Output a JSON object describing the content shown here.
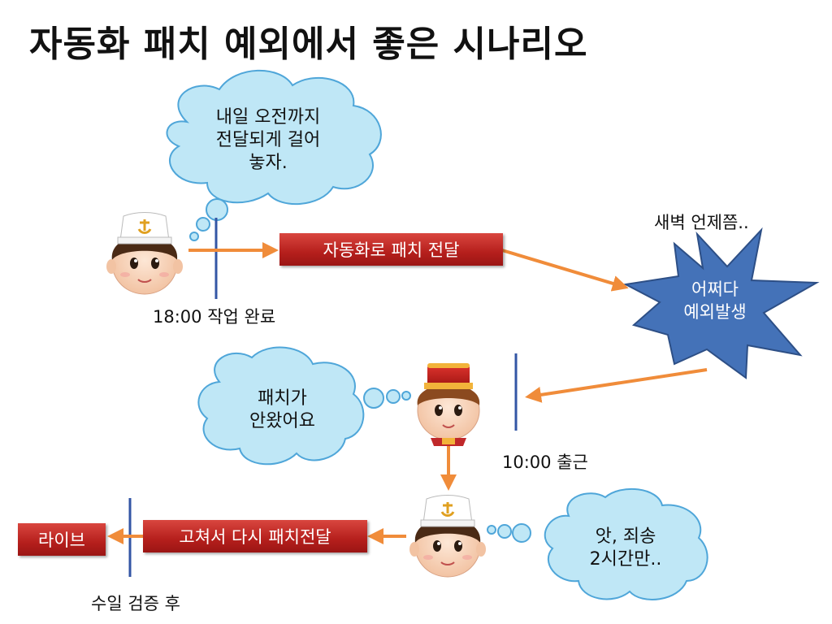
{
  "title": "자동화 패치 예외에서 좋은 시나리오",
  "bubbles": {
    "top": "내일 오전까지\n전달되게 걸어\n놓자.",
    "middle": "패치가\n안왔어요",
    "bottom": "앗, 죄송\n2시간만.."
  },
  "boxes": {
    "auto_patch": "자동화로 패치 전달",
    "fix_patch": "고쳐서 다시 패치전달",
    "live": "라이브"
  },
  "labels": {
    "work_done": "18:00 작업 완료",
    "dawn": "새벽 언제쯤..",
    "arrive": "10:00 출근",
    "after_verify": "수일 검증 후"
  },
  "star": {
    "text": "어쩌다\n예외발생"
  },
  "colors": {
    "cloud_fill": "#bfe7f6",
    "cloud_stroke": "#4fa6d9",
    "star_fill": "#4472b8",
    "star_stroke": "#2d4f86",
    "arrow": "#f08c3a",
    "line": "#3356a5",
    "red": "#c0282a"
  },
  "icons": {
    "worker_top": "sailor-character-icon",
    "worker_middle": "bellhop-character-icon",
    "worker_bottom": "sailor-character-icon"
  }
}
